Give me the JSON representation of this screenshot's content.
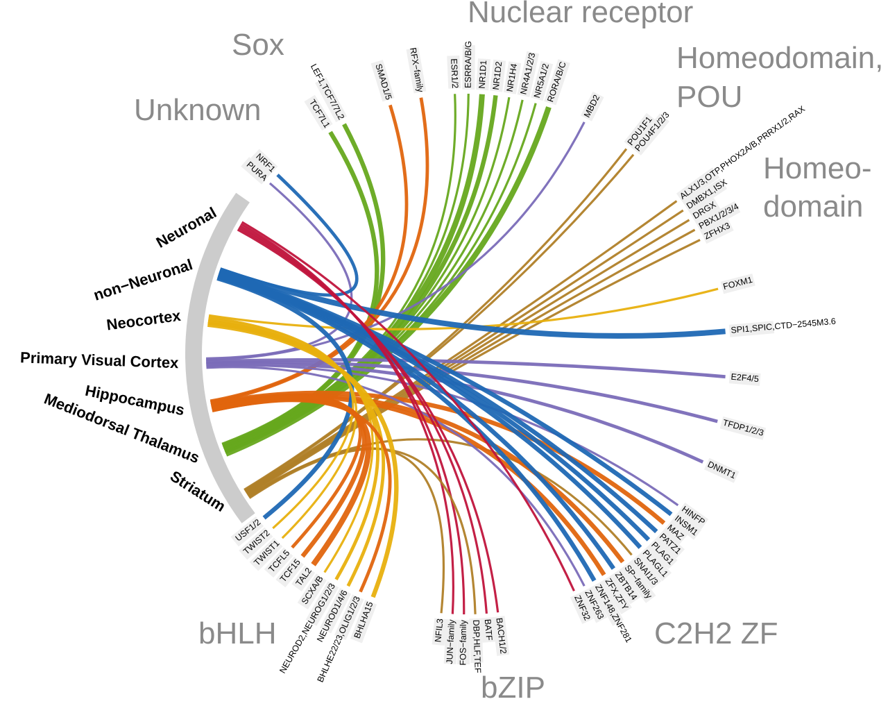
{
  "chart_data": {
    "type": "chord",
    "title": "",
    "regions": [
      {
        "name": "Neuronal",
        "color": "#c0143c"
      },
      {
        "name": "non−Neuronal",
        "color": "#1f68b4"
      },
      {
        "name": "Neocortex",
        "color": "#e8b00e"
      },
      {
        "name": "Primary Visual Cortex",
        "color": "#7a6cb8"
      },
      {
        "name": "Hippocampus",
        "color": "#e0650e"
      },
      {
        "name": "Mediodorsal Thalamus",
        "color": "#66a81e"
      },
      {
        "name": "Striatum",
        "color": "#b07f28"
      }
    ],
    "families": [
      {
        "name": "Unknown",
        "lines": [
          "Unknown"
        ]
      },
      {
        "name": "Sox",
        "lines": [
          "Sox"
        ]
      },
      {
        "name": "Nuclear receptor",
        "lines": [
          "Nuclear receptor"
        ]
      },
      {
        "name": "Homeodomain, POU",
        "lines": [
          "Homeodomain,",
          "POU"
        ]
      },
      {
        "name": "Homeodomain",
        "lines": [
          "Homeo-",
          "domain"
        ]
      },
      {
        "name": "C2H2 ZF",
        "lines": [
          "C2H2 ZF"
        ]
      },
      {
        "name": "bZIP",
        "lines": [
          "bZIP"
        ]
      },
      {
        "name": "bHLH",
        "lines": [
          "bHLH"
        ]
      }
    ],
    "tfs": [
      {
        "name": "PURA",
        "family": "Unknown",
        "angle": 139,
        "links": [
          {
            "region": "Primary Visual Cortex",
            "weight": 2
          }
        ]
      },
      {
        "name": "NRF1",
        "family": "Unknown",
        "angle": 136.5,
        "links": [
          {
            "region": "non−Neuronal",
            "weight": 3
          }
        ]
      },
      {
        "name": "TCF7L1",
        "family": "Sox",
        "angle": 121.5,
        "links": [
          {
            "region": "Mediodorsal Thalamus",
            "weight": 4
          }
        ]
      },
      {
        "name": "LEF1,TCF7/7L2",
        "family": "Sox",
        "angle": 118,
        "links": [
          {
            "region": "Mediodorsal Thalamus",
            "weight": 4
          }
        ]
      },
      {
        "name": "SMAD1/5",
        "family": "Sox",
        "angle": 107,
        "links": [
          {
            "region": "Hippocampus",
            "weight": 3
          }
        ]
      },
      {
        "name": "RFX−family",
        "family": "Sox",
        "angle": 100,
        "links": [
          {
            "region": "Hippocampus",
            "weight": 3
          }
        ]
      },
      {
        "name": "ESR1/2",
        "family": "Nuclear receptor",
        "angle": 92.5,
        "links": [
          {
            "region": "Mediodorsal Thalamus",
            "weight": 2
          }
        ]
      },
      {
        "name": "ESRRA/B/G",
        "family": "Nuclear receptor",
        "angle": 89.5,
        "links": [
          {
            "region": "Mediodorsal Thalamus",
            "weight": 2
          }
        ]
      },
      {
        "name": "NR1D1",
        "family": "Nuclear receptor",
        "angle": 86.5,
        "links": [
          {
            "region": "Mediodorsal Thalamus",
            "weight": 5
          }
        ]
      },
      {
        "name": "NR1D2",
        "family": "Nuclear receptor",
        "angle": 83.5,
        "links": [
          {
            "region": "Mediodorsal Thalamus",
            "weight": 4
          }
        ]
      },
      {
        "name": "NR1H4",
        "family": "Nuclear receptor",
        "angle": 80.5,
        "links": [
          {
            "region": "Mediodorsal Thalamus",
            "weight": 2
          }
        ]
      },
      {
        "name": "NR4A1/2/3",
        "family": "Nuclear receptor",
        "angle": 77.5,
        "links": [
          {
            "region": "Mediodorsal Thalamus",
            "weight": 2
          }
        ]
      },
      {
        "name": "NR5A1/2",
        "family": "Nuclear receptor",
        "angle": 74.5,
        "links": [
          {
            "region": "Mediodorsal Thalamus",
            "weight": 2
          }
        ]
      },
      {
        "name": "RORA/B/C",
        "family": "Nuclear receptor",
        "angle": 71.5,
        "links": [
          {
            "region": "Mediodorsal Thalamus",
            "weight": 5
          }
        ]
      },
      {
        "name": "MBD2",
        "family": "Homeodomain, POU",
        "angle": 63,
        "links": [
          {
            "region": "Primary Visual Cortex",
            "weight": 2
          }
        ]
      },
      {
        "name": "POU1F1",
        "family": "Homeodomain, POU",
        "angle": 52,
        "links": [
          {
            "region": "Striatum",
            "weight": 2
          }
        ]
      },
      {
        "name": "POU4F1/2/3",
        "family": "Homeodomain, POU",
        "angle": 50,
        "links": [
          {
            "region": "Striatum",
            "weight": 2
          }
        ]
      },
      {
        "name": "ALX1/3,OTP,PHOX2A/B,PRRX1/2,RAX",
        "family": "Homeodomain",
        "angle": 36,
        "links": [
          {
            "region": "Striatum",
            "weight": 2
          }
        ]
      },
      {
        "name": "DMBX1,ISX",
        "family": "Homeodomain",
        "angle": 33.5,
        "links": [
          {
            "region": "Striatum",
            "weight": 2
          }
        ]
      },
      {
        "name": "DRGX",
        "family": "Homeodomain",
        "angle": 31,
        "links": [
          {
            "region": "Striatum",
            "weight": 2
          }
        ]
      },
      {
        "name": "PBX1/2/3/4",
        "family": "Homeodomain",
        "angle": 28.5,
        "links": [
          {
            "region": "Striatum",
            "weight": 2
          }
        ]
      },
      {
        "name": "ZFHX3",
        "family": "Homeodomain",
        "angle": 26,
        "links": [
          {
            "region": "Striatum",
            "weight": 2
          }
        ]
      },
      {
        "name": "FOXM1",
        "family": "",
        "angle": 14.5,
        "links": [
          {
            "region": "Neocortex",
            "weight": 2
          }
        ]
      },
      {
        "name": "SPI1,SPIC,CTD−2545M3.6",
        "family": "",
        "angle": 5,
        "links": [
          {
            "region": "non−Neuronal",
            "weight": 5
          }
        ]
      },
      {
        "name": "E2F4/5",
        "family": "",
        "angle": -5,
        "links": [
          {
            "region": "Primary Visual Cortex",
            "weight": 3
          }
        ]
      },
      {
        "name": "TFDP1/2/3",
        "family": "",
        "angle": -15,
        "links": [
          {
            "region": "Primary Visual Cortex",
            "weight": 3
          }
        ]
      },
      {
        "name": "DNMT1",
        "family": "",
        "angle": -24.5,
        "links": [
          {
            "region": "Primary Visual Cortex",
            "weight": 3
          }
        ]
      },
      {
        "name": "HINFP",
        "family": "C2H2 ZF",
        "angle": -35.5,
        "links": [
          {
            "region": "Primary Visual Cortex",
            "weight": 2
          }
        ]
      },
      {
        "name": "INSM1",
        "family": "C2H2 ZF",
        "angle": -38,
        "links": [
          {
            "region": "non−Neuronal",
            "weight": 4
          }
        ]
      },
      {
        "name": "MAZ",
        "family": "C2H2 ZF",
        "angle": -40.5,
        "links": [
          {
            "region": "Hippocampus",
            "weight": 4
          }
        ]
      },
      {
        "name": "PATZ1",
        "family": "C2H2 ZF",
        "angle": -43,
        "links": [
          {
            "region": "non−Neuronal",
            "weight": 4
          }
        ]
      },
      {
        "name": "PLAG1",
        "family": "C2H2 ZF",
        "angle": -45.5,
        "links": [
          {
            "region": "non−Neuronal",
            "weight": 4
          }
        ]
      },
      {
        "name": "PLAGL1",
        "family": "C2H2 ZF",
        "angle": -48,
        "links": [
          {
            "region": "non−Neuronal",
            "weight": 4
          }
        ]
      },
      {
        "name": "SNAI1/3",
        "family": "C2H2 ZF",
        "angle": -50.5,
        "links": [
          {
            "region": "Striatum",
            "weight": 2
          }
        ]
      },
      {
        "name": "SP−family",
        "family": "C2H2 ZF",
        "angle": -53,
        "links": [
          {
            "region": "Hippocampus",
            "weight": 4
          }
        ]
      },
      {
        "name": "ZBTB14",
        "family": "C2H2 ZF",
        "angle": -55.5,
        "links": [
          {
            "region": "non−Neuronal",
            "weight": 4
          }
        ]
      },
      {
        "name": "ZFX,ZFY",
        "family": "C2H2 ZF",
        "angle": -58,
        "links": [
          {
            "region": "Hippocampus",
            "weight": 4
          }
        ]
      },
      {
        "name": "ZNF148,ZNF281",
        "family": "C2H2 ZF",
        "angle": -60.5,
        "links": [
          {
            "region": "non−Neuronal",
            "weight": 4
          }
        ]
      },
      {
        "name": "ZNF263",
        "family": "C2H2 ZF",
        "angle": -63,
        "links": [
          {
            "region": "Primary Visual Cortex",
            "weight": 2
          }
        ]
      },
      {
        "name": "ZNF32",
        "family": "C2H2 ZF",
        "angle": -65.5,
        "links": [
          {
            "region": "Neuronal",
            "weight": 2
          }
        ]
      },
      {
        "name": "NFIL3",
        "family": "bZIP",
        "angle": -95.5,
        "links": [
          {
            "region": "Striatum",
            "weight": 2
          }
        ]
      },
      {
        "name": "JUN−family",
        "family": "bZIP",
        "angle": -93,
        "links": [
          {
            "region": "Neuronal",
            "weight": 2
          }
        ]
      },
      {
        "name": "FOS−family",
        "family": "bZIP",
        "angle": -90.5,
        "links": [
          {
            "region": "Neuronal",
            "weight": 2
          }
        ]
      },
      {
        "name": "DBP,HLF,TEF",
        "family": "bZIP",
        "angle": -88,
        "links": [
          {
            "region": "Striatum",
            "weight": 2
          }
        ]
      },
      {
        "name": "BATF",
        "family": "bZIP",
        "angle": -85.5,
        "links": [
          {
            "region": "Neuronal",
            "weight": 2
          }
        ]
      },
      {
        "name": "BACH1/2",
        "family": "bZIP",
        "angle": -83,
        "links": [
          {
            "region": "Neuronal",
            "weight": 2
          }
        ]
      },
      {
        "name": "USF1/2",
        "family": "bHLH",
        "angle": -141,
        "links": [
          {
            "region": "non−Neuronal",
            "weight": 4
          }
        ]
      },
      {
        "name": "TWIST2",
        "family": "bHLH",
        "angle": -138,
        "links": [
          {
            "region": "Neocortex",
            "weight": 2
          }
        ]
      },
      {
        "name": "TWIST1",
        "family": "bHLH",
        "angle": -135,
        "links": [
          {
            "region": "Neocortex",
            "weight": 2
          }
        ]
      },
      {
        "name": "TCFL5",
        "family": "bHLH",
        "angle": -132,
        "links": [
          {
            "region": "Hippocampus",
            "weight": 3
          }
        ]
      },
      {
        "name": "TCF15",
        "family": "bHLH",
        "angle": -129,
        "links": [
          {
            "region": "Hippocampus",
            "weight": 4
          }
        ]
      },
      {
        "name": "TAL2",
        "family": "bHLH",
        "angle": -126,
        "links": [
          {
            "region": "Hippocampus",
            "weight": 5
          }
        ]
      },
      {
        "name": "SCXA/B",
        "family": "bHLH",
        "angle": -123,
        "links": [
          {
            "region": "Neocortex",
            "weight": 2
          }
        ]
      },
      {
        "name": "NEUROD2,NEUROG1/2/3",
        "family": "bHLH",
        "angle": -120,
        "links": [
          {
            "region": "Neocortex",
            "weight": 3
          }
        ]
      },
      {
        "name": "NEUROD1/4/6",
        "family": "bHLH",
        "angle": -117,
        "links": [
          {
            "region": "Neocortex",
            "weight": 3
          }
        ]
      },
      {
        "name": "BHLHE22/23,OLIG1/2/3",
        "family": "bHLH",
        "angle": -114,
        "links": [
          {
            "region": "Hippocampus",
            "weight": 3
          }
        ]
      },
      {
        "name": "BHLHA15",
        "family": "bHLH",
        "angle": -111,
        "links": [
          {
            "region": "Neocortex",
            "weight": 4
          }
        ]
      }
    ],
    "region_angles": {
      "Neuronal": 150.5,
      "non−Neuronal": 162,
      "Neocortex": 172.5,
      "Primary Visual Cortex": 182,
      "Hippocampus": 191.5,
      "Mediodorsal Thalamus": 201.5,
      "Striatum": 212.5
    }
  }
}
